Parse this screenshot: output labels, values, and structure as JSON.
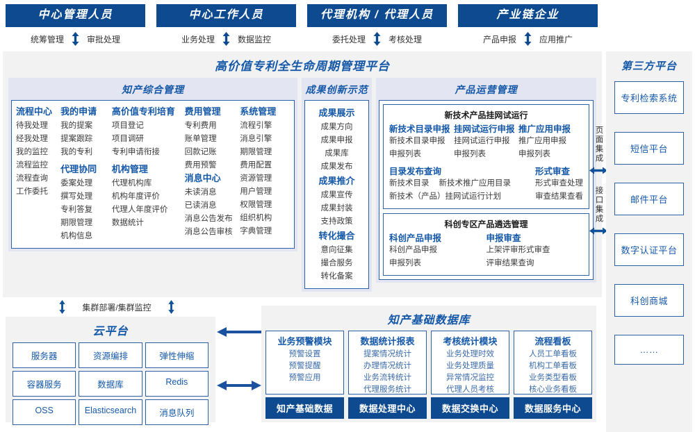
{
  "roles": [
    {
      "title": "中心管理人员",
      "left": "统筹管理",
      "right": "审批处理"
    },
    {
      "title": "中心工作人员",
      "left": "业务处理",
      "right": "数据监控"
    },
    {
      "title": "代理机构 / 代理人员",
      "left": "委托处理",
      "right": "考核处理"
    },
    {
      "title": "产业链企业",
      "left": "产品申报",
      "right": "应用推广"
    }
  ],
  "platform": {
    "title": "高价值专利全生命周期管理平台",
    "zhichan": {
      "title": "知产综合管理",
      "columns": [
        {
          "groups": [
            {
              "head": "流程中心",
              "items": [
                "待我处理",
                "经我处理",
                "我的监控",
                "流程监控",
                "流程查询",
                "工作委托"
              ]
            }
          ]
        },
        {
          "groups": [
            {
              "head": "我的申请",
              "items": [
                "我的提案",
                "提案跟踪",
                "我的专利"
              ]
            },
            {
              "head": "代理协同",
              "items": [
                "委案处理",
                "撰写处理",
                "专利答复",
                "期限管理",
                "机构信息"
              ]
            }
          ]
        },
        {
          "groups": [
            {
              "head": "高价值专利培育",
              "items": [
                "项目登记",
                "项目调研",
                "专利申请衔接"
              ]
            },
            {
              "head": "机构管理",
              "items": [
                "代理机构库",
                "机构年度评价",
                "代理人年度评价",
                "数据统计"
              ]
            }
          ]
        },
        {
          "groups": [
            {
              "head": "费用管理",
              "items": [
                "专利费用",
                "账单管理",
                "回款记账",
                "费用预警"
              ]
            },
            {
              "head": "消息中心",
              "items": [
                "未读消息",
                "已读消息",
                "消息公告发布",
                "消息公告审核"
              ]
            }
          ]
        },
        {
          "groups": [
            {
              "head": "系统管理",
              "items": [
                "流程引擎",
                "消息引擎",
                "期限管理",
                "费用配置",
                "资源管理",
                "用户管理",
                "权限管理",
                "组织机构",
                "字典管理"
              ]
            }
          ]
        }
      ]
    },
    "chengguo": {
      "title": "成果创新示范",
      "groups": [
        {
          "head": "成果展示",
          "items": [
            "成果方向",
            "成果申报",
            "成果库",
            "成果发布"
          ]
        },
        {
          "head": "成果推介",
          "items": [
            "成果宣传",
            "成果封装",
            "支持政策"
          ]
        },
        {
          "head": "转化撮合",
          "items": [
            "意向征集",
            "撮合服务",
            "转化备案"
          ]
        }
      ]
    },
    "chanpin": {
      "title": "产品运营管理",
      "box1": {
        "title": "新技术产品挂网试运行",
        "row1": [
          {
            "head": "新技术目录申报",
            "items": [
              "新技术目录申报",
              "申报列表"
            ]
          },
          {
            "head": "挂网试运行申报",
            "items": [
              "挂网试运行申报",
              "申报列表"
            ]
          },
          {
            "head": "推广应用申报",
            "items": [
              "推广应用申报",
              "申报列表"
            ]
          }
        ],
        "row2_left_head": "目录发布查询",
        "row2_left_line1a": "新技术目录",
        "row2_left_line1b": "新技术推广应用目录",
        "row2_left_line2": "新技术（产品）挂网试运行计划",
        "row2_right_head": "形式审查",
        "row2_right_items": [
          "形式审查处理",
          "审查结果查看"
        ]
      },
      "box2": {
        "title": "科创专区产品遴选管理",
        "cols": [
          {
            "head": "科创产品申报",
            "items": [
              "科创产品申报",
              "申报列表"
            ]
          },
          {
            "head": "申报审查",
            "items": [
              "上架评审形式审查",
              "评审结果查询"
            ]
          }
        ]
      }
    }
  },
  "integration": [
    {
      "label": "页面集成"
    },
    {
      "label": "接口集成"
    }
  ],
  "third_party": {
    "title": "第三方平台",
    "items": [
      "专利检索系统",
      "短信平台",
      "邮件平台",
      "数字认证平台",
      "科创商城",
      "……"
    ]
  },
  "cluster": {
    "label": "集群部署/集群监控"
  },
  "cloud": {
    "title": "云平台",
    "cells": [
      "服务器",
      "资源编排",
      "弹性伸缩",
      "容器服务",
      "数据库",
      "Redis",
      "OSS",
      "Elasticsearch",
      "消息队列"
    ]
  },
  "knowledge_base": {
    "title": "知产基础数据库",
    "columns": [
      {
        "head": "业务预警模块",
        "items": [
          "预警设置",
          "预警提醒",
          "预警应用"
        ],
        "foot": "知产基础数据"
      },
      {
        "head": "数据统计报表",
        "items": [
          "提案情况统计",
          "办理情况统计",
          "业务流转统计",
          "代理服务统计"
        ],
        "foot": "数据处理中心"
      },
      {
        "head": "考核统计模块",
        "items": [
          "业务处理时效",
          "业务处理质量",
          "异常情况监控",
          "代理人员考核"
        ],
        "foot": "数据交换中心"
      },
      {
        "head": "流程看板",
        "items": [
          "人员工单看板",
          "机构工单看板",
          "业务类型看板",
          "核心业务看板"
        ],
        "foot": "数据服务中心"
      }
    ]
  },
  "colors": {
    "header_blue": "#0d4a8f",
    "accent_blue": "#1558a8",
    "border_blue": "#2b5fa8",
    "panel_bg": "#e3e6f2",
    "section_bg": "#f2f2f2"
  }
}
